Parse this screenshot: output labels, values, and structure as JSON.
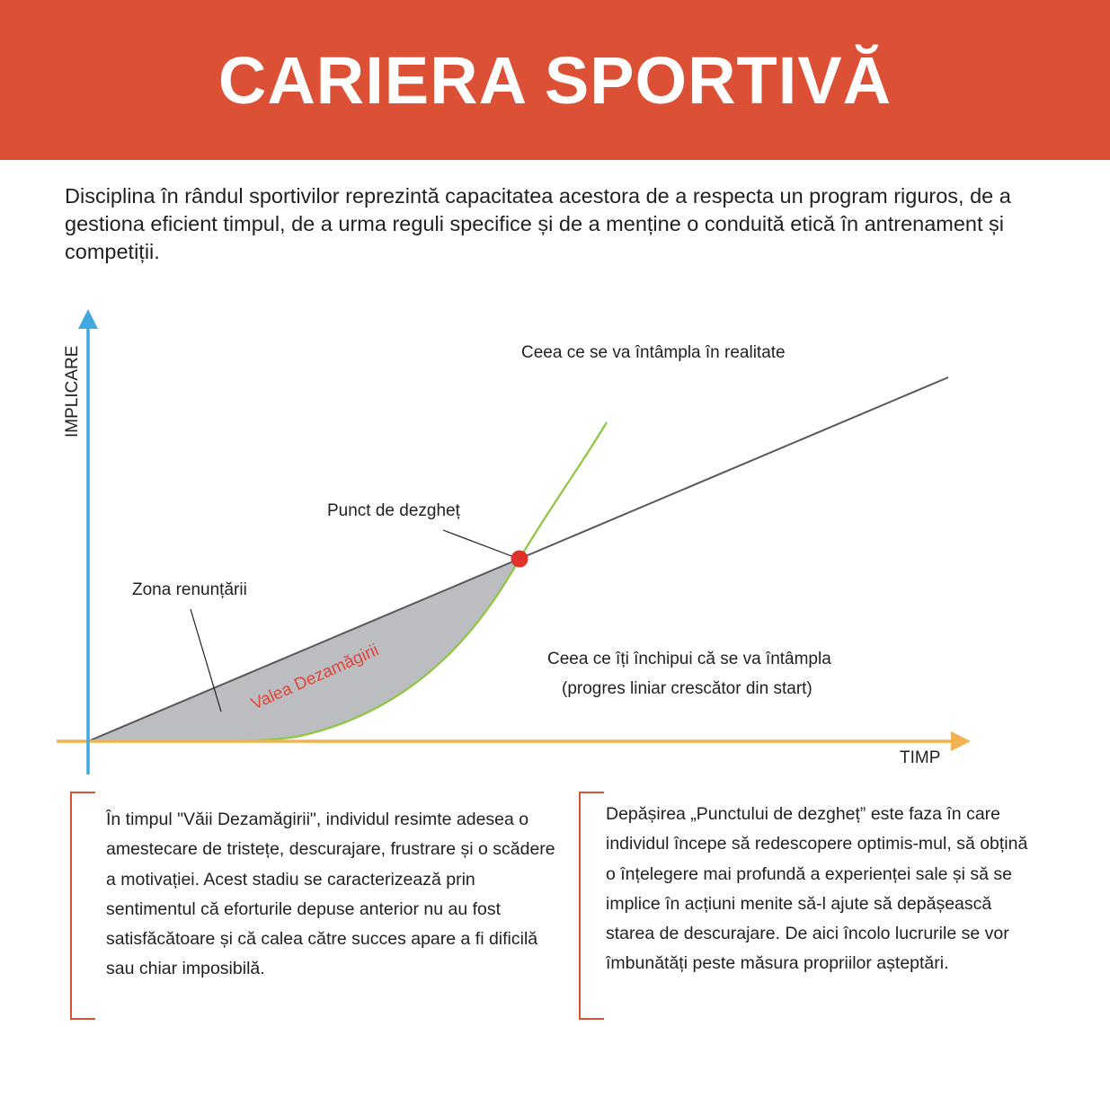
{
  "header": {
    "title": "CARIERA SPORTIVĂ",
    "background": "#dc5035"
  },
  "intro": {
    "text": "Disciplina în rândul sportivilor reprezintă capacitatea acestora de a respecta un program riguros, de a gestiona eficient timpul, de a urma reguli specifice și de a menține o conduită etică în antrenament și competiții."
  },
  "diagram": {
    "y_axis_label": "IMPLICARE",
    "x_axis_label": "TIMP",
    "reality_label": "Ceea ce se va întâmpla în realitate",
    "imagined_label_line1": "Ceea ce îți închipui că se va întâmpla",
    "imagined_label_line2": "(progres liniar crescător din start)",
    "thaw_point_label": "Punct de dezgheț",
    "giveup_zone_label": "Zona renunțării",
    "valley_label": "Valea Dezamăgirii",
    "colors": {
      "y_axis": "#3fa9e0",
      "x_axis": "#f0b34f",
      "linear_line": "#58595b",
      "reality_curve": "#8dc63f",
      "valley_fill": "#bcbdc0",
      "thaw_point": "#e0312a",
      "valley_text": "#e0443a"
    }
  },
  "boxes": {
    "left": {
      "text": "În timpul \"Văii Dezamăgirii\", individul resimte adesea o amestecare de tristețe, descurajare, frustrare și o scădere a motivației. Acest stadiu se caracterizează prin sentimentul că eforturile depuse anterior nu au fost satisfăcătoare și că calea către succes apare a fi dificilă sau chiar imposibilă."
    },
    "right": {
      "text": "Depășirea „Punctului de dezgheț” este faza în care individul începe să redescopere optimis-mul, să obțină o înțelegere mai profundă a experienței sale și să se implice în acțiuni menite să-l ajute să depășească starea de descurajare. De aici încolo lucrurile se vor îmbunătăți peste măsura propriilor așteptări."
    },
    "bracket_color": "#dc5035"
  }
}
